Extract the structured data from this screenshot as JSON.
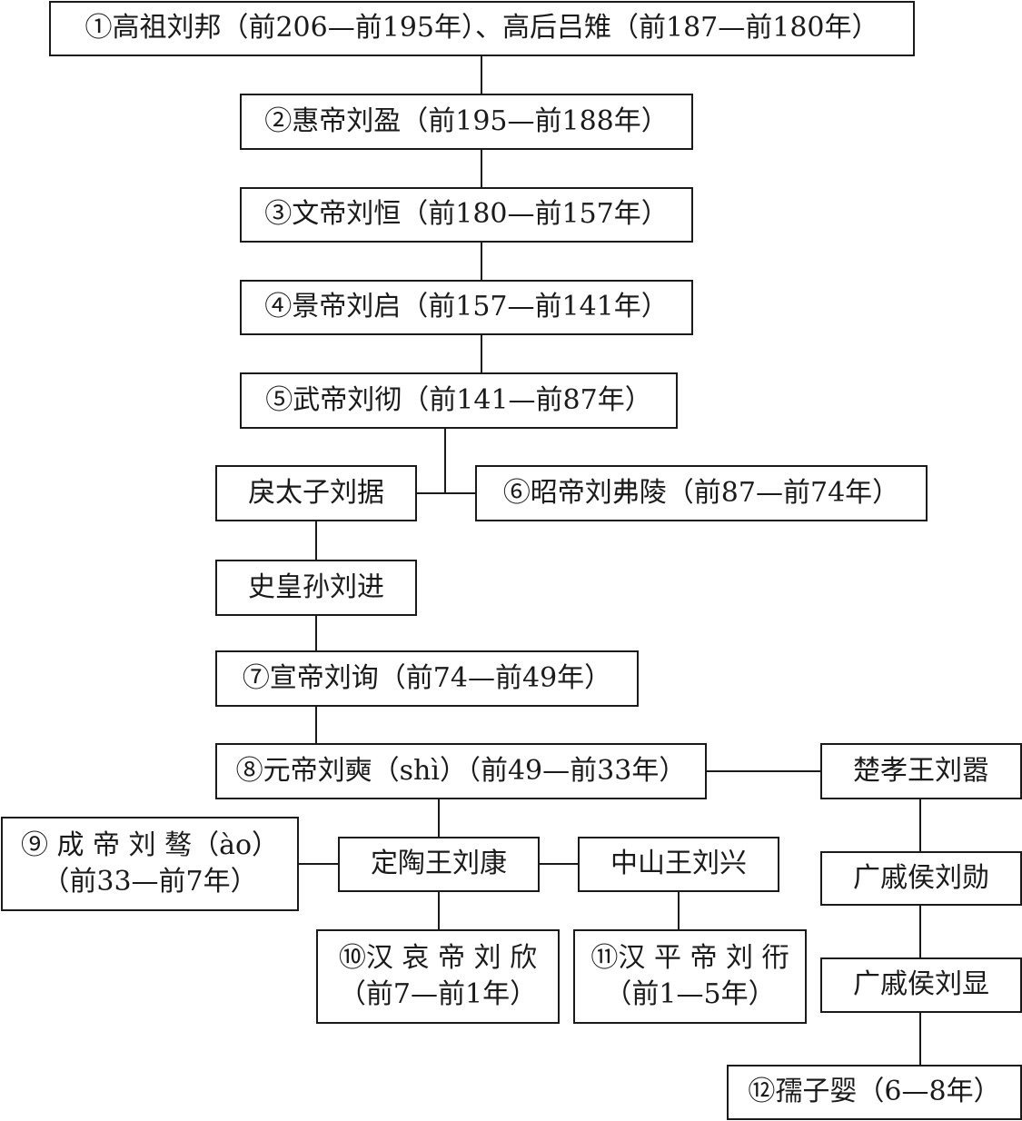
{
  "nodes": {
    "n1": "①高祖刘邦（前206—前195年）、高后吕雉（前187—前180年）",
    "n2": "②惠帝刘盈（前195—前188年）",
    "n3": "③文帝刘恒（前180—前157年）",
    "n4": "④景帝刘启（前157—前141年）",
    "n5": "⑤武帝刘彻（前141—前87年）",
    "li_taizi": "戾太子刘据",
    "n6": "⑥昭帝刘弗陵（前87—前74年）",
    "shi_huangsun": "史皇孙刘进",
    "n7": "⑦宣帝刘询（前74—前49年）",
    "n8": "⑧元帝刘奭（shì）（前49—前33年）",
    "chu_xiaowang": "楚孝王刘嚣",
    "n9_line1": "⑨ 成 帝 刘 骜（ào）",
    "n9_line2": "（前33—前7年）",
    "dingtao_wang": "定陶王刘康",
    "zhongshan_wang": "中山王刘兴",
    "guangqi_hou_1": "广戚侯刘勋",
    "n10_line1": "⑩汉 哀 帝 刘 欣",
    "n10_line2": "（前7—前1年）",
    "n11_line1": "⑪汉 平 帝 刘 衎",
    "n11_line2": "（前1—5年）",
    "guangqi_hou_2": "广戚侯刘显",
    "n12": "⑫孺子婴（6—8年）"
  }
}
